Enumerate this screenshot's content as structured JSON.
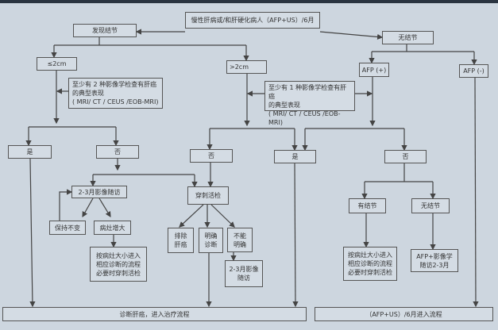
{
  "title": "慢性肝病或/和肝硬化病人（AFP+US）/6月",
  "found_nodule": "发现结节",
  "no_nodule": "无结节",
  "le2cm": "≤2cm",
  "gt2cm": ">2cm",
  "afp_pos": "AFP (+)",
  "afp_neg": "AFP (-)",
  "note1": {
    "line1": "至少有 2 种影像学检查有肝癌",
    "line2": "的典型表现",
    "line3": "( MRI/ CT / CEUS /EOB-MRI)"
  },
  "note2": {
    "line1": "至少有 1 种影像学检查有肝癌",
    "line2": "的典型表现",
    "line3": "( MRI/ CT / CEUS /EOB-MRI)"
  },
  "yes": "是",
  "no": "否",
  "followup_2_3": "2-3月影像随访",
  "biopsy": "穿刺活检",
  "stable": "保持不变",
  "enlarged": "病灶增大",
  "by_size": {
    "line1": "按病灶大小进入",
    "line2": "相应诊断的流程",
    "line3": "必要时穿刺活检"
  },
  "exclude": "排除肝癌",
  "confirmed": "明确诊断",
  "unclear": "不能明确",
  "followup_small": "2-3月影像随访",
  "has_nodule": "有结节",
  "no_nodule2": "无结节",
  "afp_img": "AFP+影像学随访2-3月",
  "bottom_left": "诊断肝癌，进入治疗流程",
  "bottom_right": "（AFP+US）/6月进入流程"
}
